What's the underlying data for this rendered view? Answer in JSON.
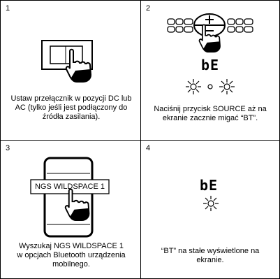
{
  "panels": [
    {
      "number": "1",
      "caption": "Ustaw przełącznik w pozycji DC lub AC (tylko jeśli jest podłączony do źródła zasilania).",
      "icons": [
        "switch-icon",
        "hand-pointer-icon"
      ]
    },
    {
      "number": "2",
      "display": "bE",
      "caption": "Naciśnij przycisk SOURCE aż na ekranie zacznie migać “BT”.",
      "icons": [
        "button-row-icon",
        "hand-pointer-icon",
        "blink-sun-icon",
        "blink-dot-icon"
      ]
    },
    {
      "number": "3",
      "device_label": "NGS WILDSPACE 1",
      "caption": "Wyszukaj NGS WILDSPACE 1 w opcjach Bluetooth urządzenia mobilnego.",
      "icons": [
        "phone-icon",
        "hand-pointer-icon"
      ]
    },
    {
      "number": "4",
      "display": "bE",
      "caption": "“BT” na stałe wyświetlone na ekranie.",
      "icons": [
        "steady-sun-icon"
      ]
    }
  ]
}
